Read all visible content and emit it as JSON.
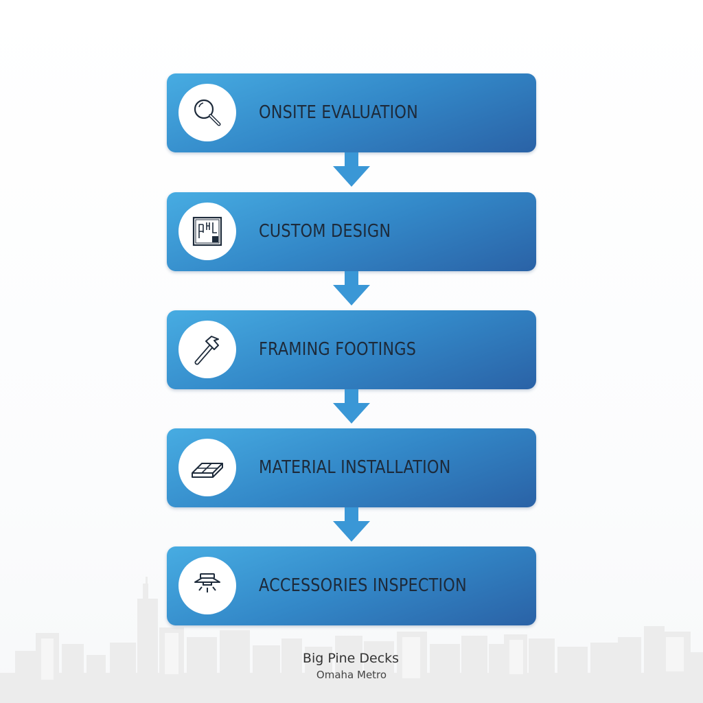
{
  "steps": [
    {
      "label": "ONSITE EVALUATION",
      "icon": "magnifying-glass-icon"
    },
    {
      "label": "CUSTOM DESIGN",
      "icon": "blueprint-icon"
    },
    {
      "label": "FRAMING FOOTINGS",
      "icon": "hammer-icon"
    },
    {
      "label": "MATERIAL INSTALLATION",
      "icon": "deck-boards-icon"
    },
    {
      "label": "ACCESSORIES INSPECTION",
      "icon": "deck-light-icon"
    }
  ],
  "footer": {
    "company": "Big Pine Decks",
    "region": "Omaha Metro"
  },
  "colors": {
    "step_gradient_start": "#47ace2",
    "step_gradient_end": "#2a62a6",
    "arrow": "#3a97d6",
    "skyline": "#ececec",
    "label_text": "#1d2a3a"
  }
}
